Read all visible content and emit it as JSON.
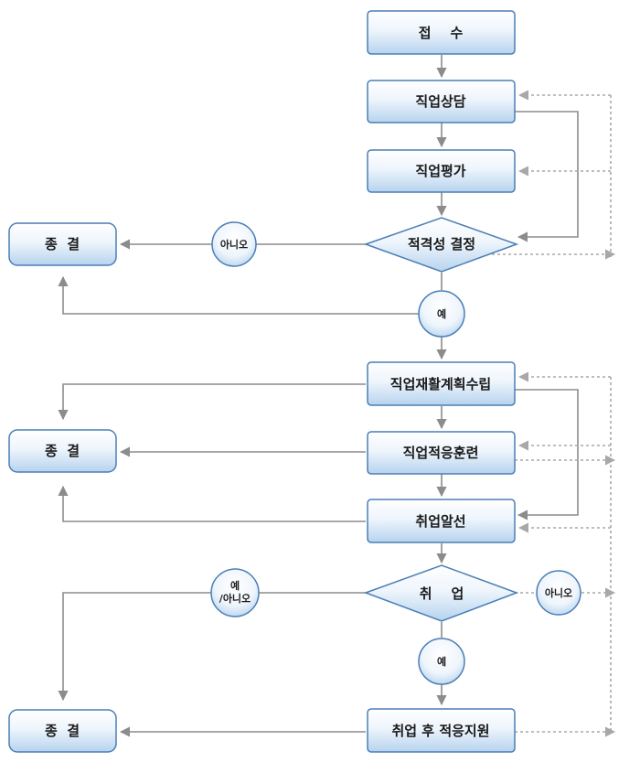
{
  "steps": {
    "reception": "접    수",
    "counseling": "직업상담",
    "evaluation": "직업평가",
    "eligibility": "적격성 결정",
    "rehab_plan": "직업재활계획수립",
    "adaptation_training": "직업적응훈련",
    "placement": "취업알선",
    "employment": "취    업",
    "post_support": "취업 후 적응지원"
  },
  "end_boxes": {
    "end1": "종  결",
    "end2": "종  결",
    "end3": "종  결"
  },
  "decisions": {
    "no": "아니오",
    "yes": "예",
    "yes_or_no_line1": "예",
    "yes_or_no_line2": "/아니오"
  },
  "colors": {
    "box_border": "#4a7eb5",
    "box_fill_top": "#ffffff",
    "box_fill_bottom": "#b9d6ef",
    "connector": "#8c8c8c",
    "dashed_connector": "#a8a8a8"
  }
}
